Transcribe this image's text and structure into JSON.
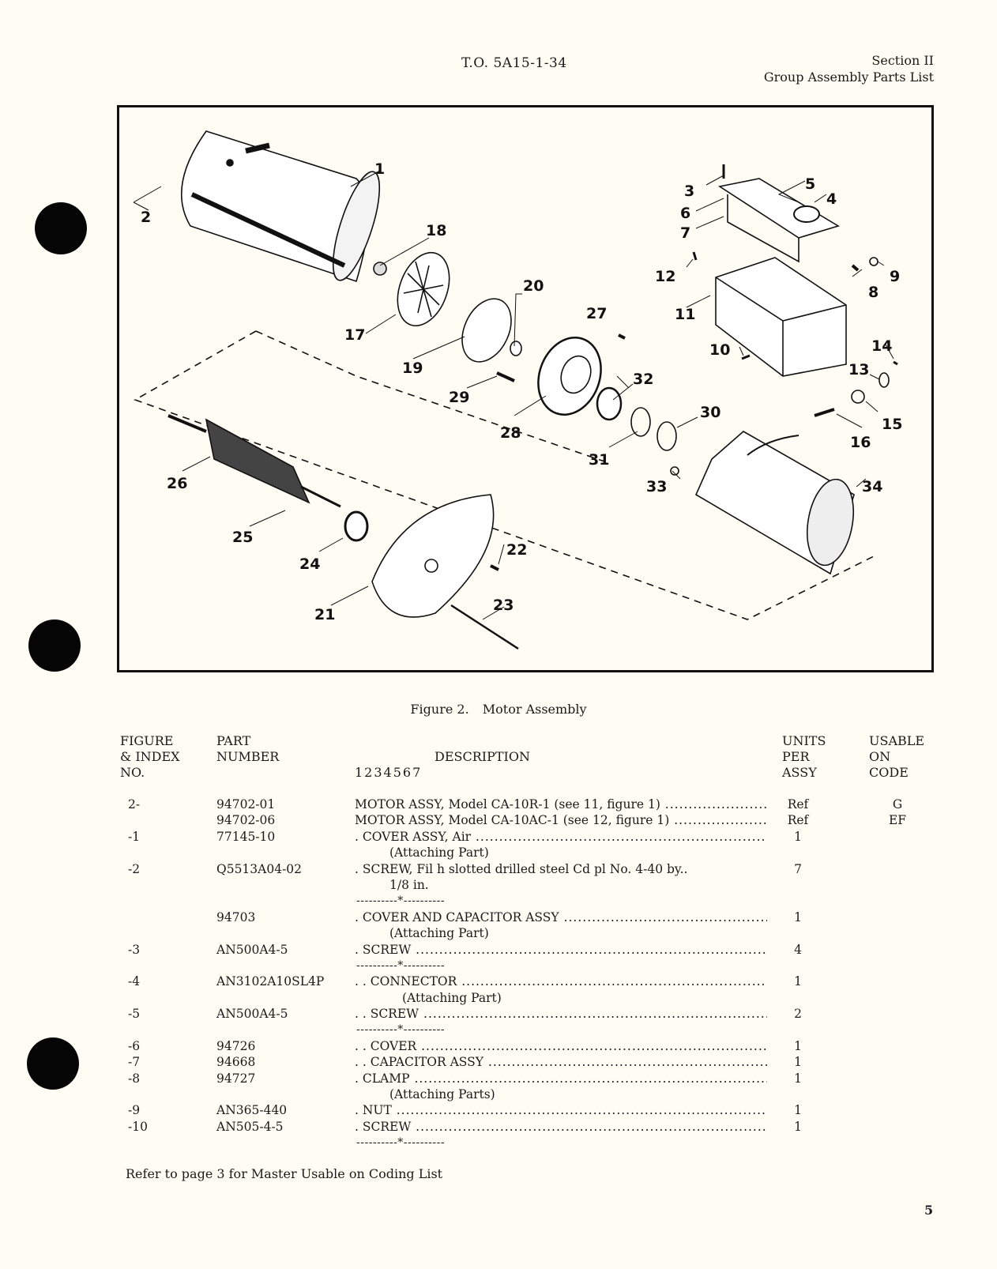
{
  "header": {
    "to_number": "T.O. 5A15-1-34",
    "section": "Section II",
    "section_title": "Group Assembly Parts List"
  },
  "figure": {
    "caption_number": "Figure 2.",
    "caption_title": "Motor Assembly",
    "callouts": [
      "1",
      "2",
      "3",
      "4",
      "5",
      "6",
      "7",
      "8",
      "9",
      "10",
      "11",
      "12",
      "13",
      "14",
      "15",
      "16",
      "17",
      "18",
      "19",
      "20",
      "21",
      "22",
      "23",
      "24",
      "25",
      "26",
      "27",
      "28",
      "29",
      "30",
      "31",
      "32",
      "33",
      "34"
    ]
  },
  "table": {
    "headers": {
      "figure_index": [
        "FIGURE",
        "& INDEX",
        "NO."
      ],
      "part_number": [
        "PART",
        "NUMBER"
      ],
      "description": "DESCRIPTION",
      "indent_levels": "1234567",
      "units": [
        "UNITS",
        "PER",
        "ASSY"
      ],
      "usable": [
        "USABLE",
        "ON",
        "CODE"
      ]
    },
    "rows": [
      {
        "fig": "2-",
        "pn": "94702-01",
        "desc": "MOTOR ASSY, Model CA-10R-1 (see 11, figure 1)",
        "units": "Ref",
        "code": "G",
        "type": "item"
      },
      {
        "fig": "",
        "pn": "94702-06",
        "desc": "MOTOR ASSY, Model CA-10AC-1 (see 12, figure 1)",
        "units": "Ref",
        "code": "EF",
        "type": "item"
      },
      {
        "fig": "-1",
        "pn": "77145-10",
        "desc": ". COVER ASSY, Air",
        "units": "1",
        "code": "",
        "type": "item"
      },
      {
        "fig": "",
        "pn": "",
        "desc": "(Attaching Part)",
        "units": "",
        "code": "",
        "type": "note",
        "indent": 44
      },
      {
        "fig": "-2",
        "pn": "Q5513A04-02",
        "desc": ". SCREW, Fil h slotted drilled steel Cd pl No. 4-40 by..",
        "units": "7",
        "code": "",
        "type": "plain"
      },
      {
        "fig": "",
        "pn": "",
        "desc": "1/8 in.",
        "units": "",
        "code": "",
        "type": "note",
        "indent": 44
      },
      {
        "fig": "",
        "pn": "",
        "desc": "----------*----------",
        "units": "",
        "code": "",
        "type": "sep"
      },
      {
        "fig": "",
        "pn": "94703",
        "desc": ". COVER AND CAPACITOR ASSY",
        "units": "1",
        "code": "",
        "type": "item"
      },
      {
        "fig": "",
        "pn": "",
        "desc": "(Attaching Part)",
        "units": "",
        "code": "",
        "type": "note",
        "indent": 44
      },
      {
        "fig": "-3",
        "pn": "AN500A4-5",
        "desc": ". SCREW",
        "units": "4",
        "code": "",
        "type": "item"
      },
      {
        "fig": "",
        "pn": "",
        "desc": "----------*----------",
        "units": "",
        "code": "",
        "type": "sep"
      },
      {
        "fig": "-4",
        "pn": "AN3102A10SL4P",
        "desc": ". . CONNECTOR",
        "units": "1",
        "code": "",
        "type": "item"
      },
      {
        "fig": "",
        "pn": "",
        "desc": "(Attaching Part)",
        "units": "",
        "code": "",
        "type": "note",
        "indent": 60
      },
      {
        "fig": "-5",
        "pn": "AN500A4-5",
        "desc": ". . SCREW",
        "units": "2",
        "code": "",
        "type": "item"
      },
      {
        "fig": "",
        "pn": "",
        "desc": "----------*----------",
        "units": "",
        "code": "",
        "type": "sep"
      },
      {
        "fig": "-6",
        "pn": "94726",
        "desc": ". . COVER",
        "units": "1",
        "code": "",
        "type": "item"
      },
      {
        "fig": "-7",
        "pn": "94668",
        "desc": ". . CAPACITOR ASSY",
        "units": "1",
        "code": "",
        "type": "item"
      },
      {
        "fig": "-8",
        "pn": "94727",
        "desc": ". CLAMP",
        "units": "1",
        "code": "",
        "type": "item"
      },
      {
        "fig": "",
        "pn": "",
        "desc": "(Attaching Parts)",
        "units": "",
        "code": "",
        "type": "note",
        "indent": 44
      },
      {
        "fig": "-9",
        "pn": "AN365-440",
        "desc": ". NUT",
        "units": "1",
        "code": "",
        "type": "item"
      },
      {
        "fig": "-10",
        "pn": "AN505-4-5",
        "desc": ". SCREW",
        "units": "1",
        "code": "",
        "type": "item"
      },
      {
        "fig": "",
        "pn": "",
        "desc": "----------*----------",
        "units": "",
        "code": "",
        "type": "sep"
      }
    ]
  },
  "footer": {
    "note": "Refer to page 3 for Master Usable on Coding List",
    "page_number": "5"
  }
}
